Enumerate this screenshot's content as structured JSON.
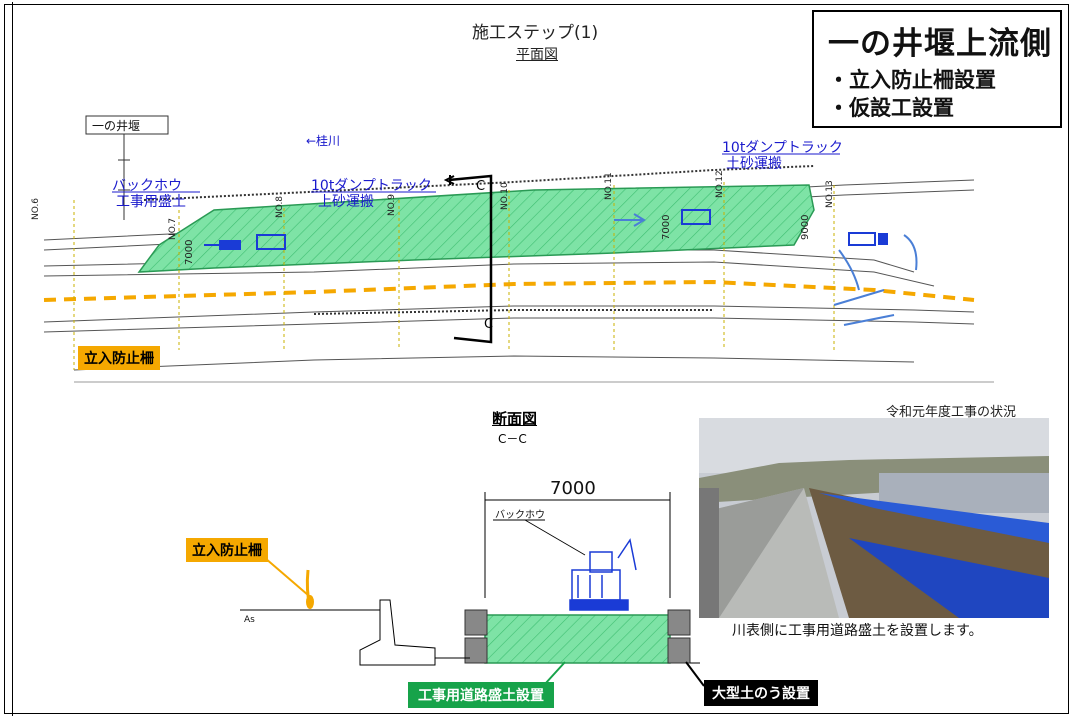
{
  "step_title": "施工ステップ(1)",
  "plan_view_label": "平面図",
  "header": {
    "title": "一の井堰上流側",
    "items": [
      "・立入防止柵設置",
      "・仮設工設置"
    ]
  },
  "plan": {
    "weir_label": "一の井堰",
    "river_label": "←桂川",
    "backhoe_label_1": "バックホウ",
    "backhoe_label_2": "工事用盛土",
    "dump_left_1": "10tダンプトラック",
    "dump_left_2": "上砂運搬",
    "dump_right_1": "10tダンプトラック",
    "dump_right_2": "土砂運搬",
    "section_marker": "C",
    "fence_tag": "立入防止柵",
    "dim_7000": "7000",
    "dim_9000": "9000",
    "stations": [
      "NO.6",
      "NO.7",
      "NO.8",
      "NO.9",
      "NO.10",
      "NO.11",
      "NO.12",
      "NO.13"
    ]
  },
  "section": {
    "title": "断面図",
    "subtitle": "C－C",
    "width_dim": "7000",
    "backhoe_label": "バックホウ",
    "fence_tag": "立入防止柵",
    "as_label": "As",
    "embankment_tag": "工事用道路盛土設置",
    "sandbag_tag": "大型土のう設置"
  },
  "photo": {
    "title": "令和元年度工事の状況",
    "caption": "川表側に工事用道路盛土を設置します。"
  }
}
